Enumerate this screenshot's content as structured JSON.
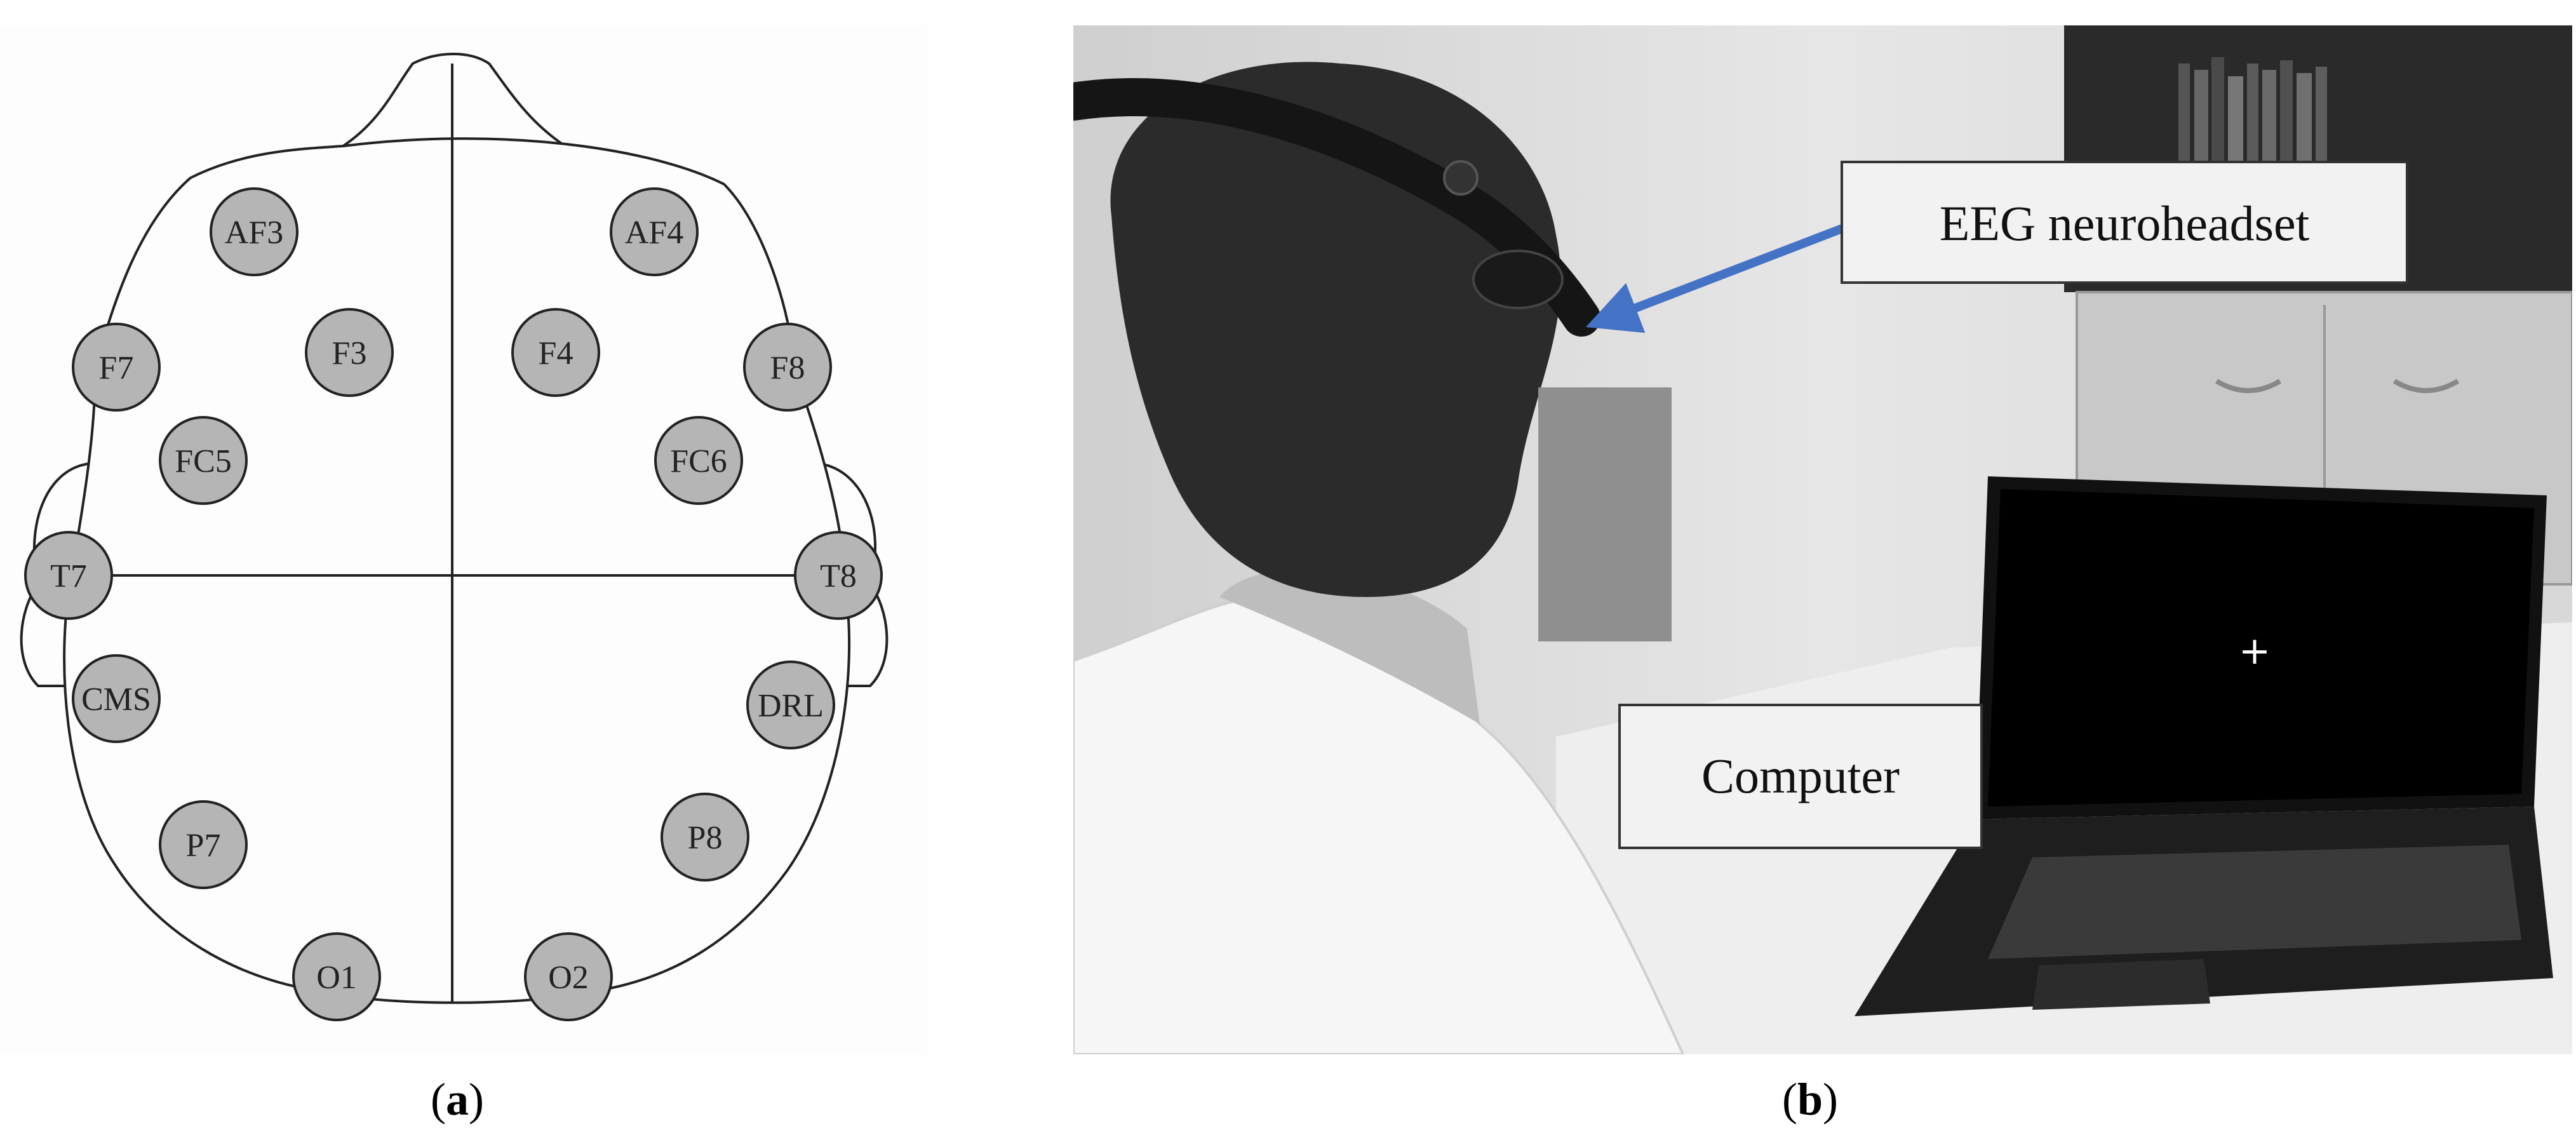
{
  "panel_a": {
    "caption_letter": "a",
    "electrodes": [
      {
        "id": "AF3",
        "label": "AF3"
      },
      {
        "id": "AF4",
        "label": "AF4"
      },
      {
        "id": "F7",
        "label": "F7"
      },
      {
        "id": "F3",
        "label": "F3"
      },
      {
        "id": "F4",
        "label": "F4"
      },
      {
        "id": "F8",
        "label": "F8"
      },
      {
        "id": "FC5",
        "label": "FC5"
      },
      {
        "id": "FC6",
        "label": "FC6"
      },
      {
        "id": "T7",
        "label": "T7"
      },
      {
        "id": "T8",
        "label": "T8"
      },
      {
        "id": "CMS",
        "label": "CMS"
      },
      {
        "id": "DRL",
        "label": "DRL"
      },
      {
        "id": "P7",
        "label": "P7"
      },
      {
        "id": "P8",
        "label": "P8"
      },
      {
        "id": "O1",
        "label": "O1"
      },
      {
        "id": "O2",
        "label": "O2"
      }
    ],
    "colors": {
      "electrode_fill": "#b5b5b5",
      "outline": "#222222"
    }
  },
  "panel_b": {
    "caption_letter": "b",
    "callouts": {
      "headset": "EEG neuroheadset",
      "computer": "Computer"
    },
    "screen_symbol": "+",
    "colors": {
      "arrow": "#4472c4",
      "callout_fill": "#f2f2f2"
    }
  }
}
